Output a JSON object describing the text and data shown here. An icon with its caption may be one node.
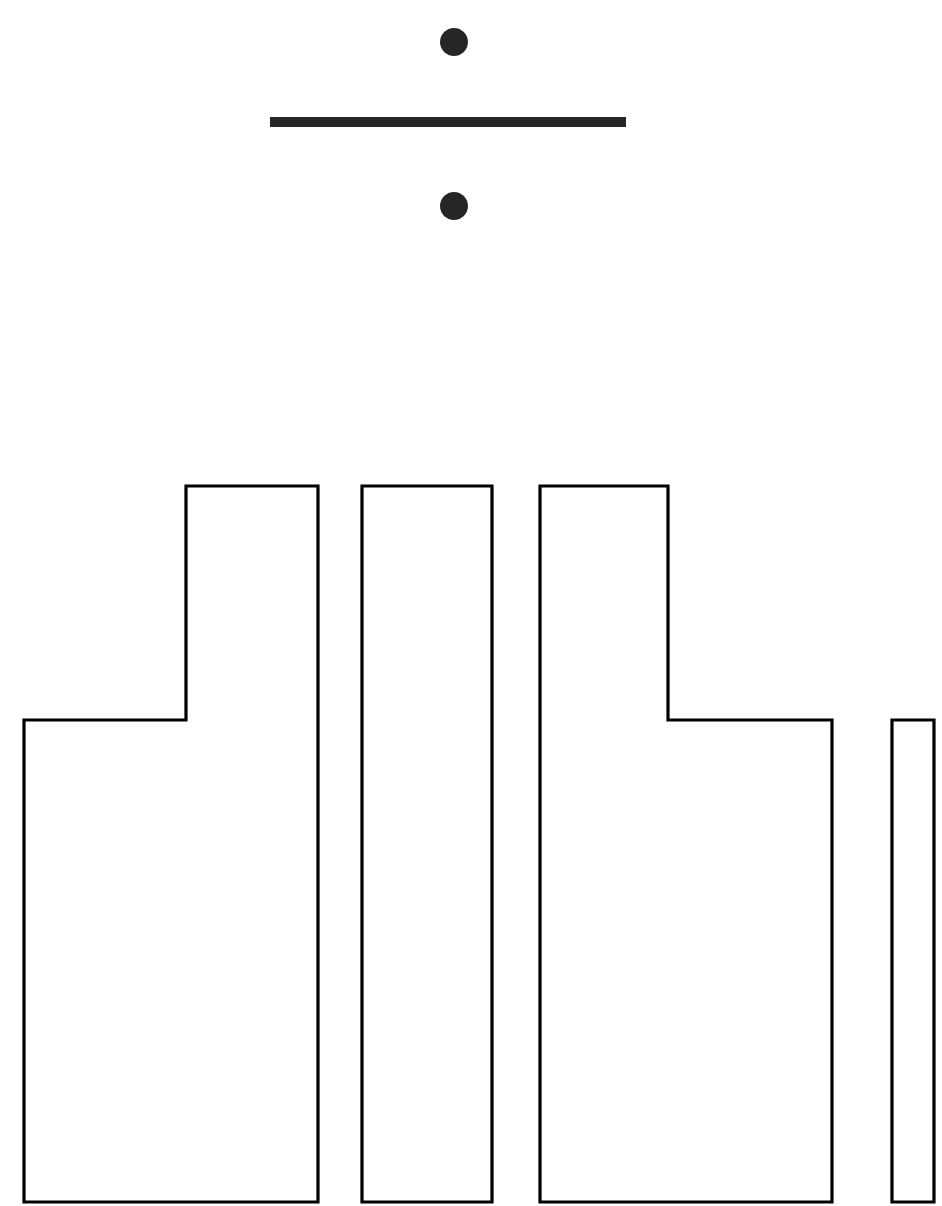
{
  "diagram": {
    "nodes": [
      {
        "text": [],
        "shape": "block"
      },
      {
        "text": [],
        "shape": "bar"
      },
      {
        "text": [],
        "shape": "block"
      },
      {
        "text": [],
        "shape": "bar"
      }
    ]
  }
}
